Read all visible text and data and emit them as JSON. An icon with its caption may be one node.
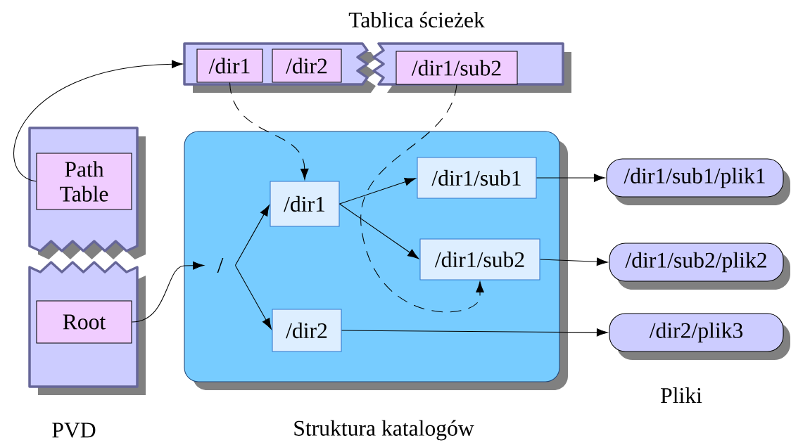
{
  "diagram": {
    "nodes": [
      {
        "text": [],
        "shape": "band"
      },
      {
        "text": [
          "/dir1"
        ],
        "in": 0
      },
      {
        "text": [
          "/dir2"
        ],
        "in": 0
      },
      {
        "text": [],
        "shape": "band"
      },
      {
        "text": [
          "/dir1/sub2"
        ],
        "in": 3
      },
      {
        "text": [],
        "shape": "band"
      },
      {
        "text": [
          "Path Table"
        ],
        "in": 5
      },
      {
        "text": [],
        "shape": "band"
      },
      {
        "text": [
          "Root"
        ],
        "in": 7
      },
      {
        "text": [],
        "shape": "box"
      },
      {
        "text": [
          "/"
        ],
        "in": 9
      },
      {
        "text": [
          "/dir1"
        ],
        "in": 9
      },
      {
        "text": [
          "/dir2"
        ],
        "in": 9
      },
      {
        "text": [
          "/dir1/sub1"
        ],
        "in": 9
      },
      {
        "text": [
          "/dir1/sub2"
        ],
        "in": 9
      },
      {
        "text": [
          "/dir1/sub1/plik1"
        ]
      },
      {
        "text": [
          "/dir1/sub2/plik2"
        ]
      },
      {
        "text": [
          "/dir2/plik3"
        ]
      }
    ],
    "edges": [
      {
        "from": 6,
        "to": 0,
        "arrow": "to"
      },
      {
        "from": 8,
        "to": 10,
        "arrow": "to"
      },
      {
        "from": 10,
        "to": 11,
        "arrow": "to"
      },
      {
        "from": 10,
        "to": 12,
        "arrow": "to"
      },
      {
        "from": 11,
        "to": 13,
        "arrow": "to"
      },
      {
        "from": 11,
        "to": 14,
        "arrow": "to"
      },
      {
        "from": 13,
        "to": 15,
        "arrow": "to"
      },
      {
        "from": 14,
        "to": 16,
        "arrow": "to"
      },
      {
        "from": 12,
        "to": 17,
        "arrow": "to"
      },
      {
        "from": 1,
        "to": 11,
        "arrow": "to",
        "style": "dashed"
      },
      {
        "from": 4,
        "to": 14,
        "arrow": "to",
        "style": "dashed"
      }
    ],
    "labels": [
      "Tablica ścieżek",
      "PVD",
      "Struktura katalogów",
      "Pliki"
    ]
  }
}
